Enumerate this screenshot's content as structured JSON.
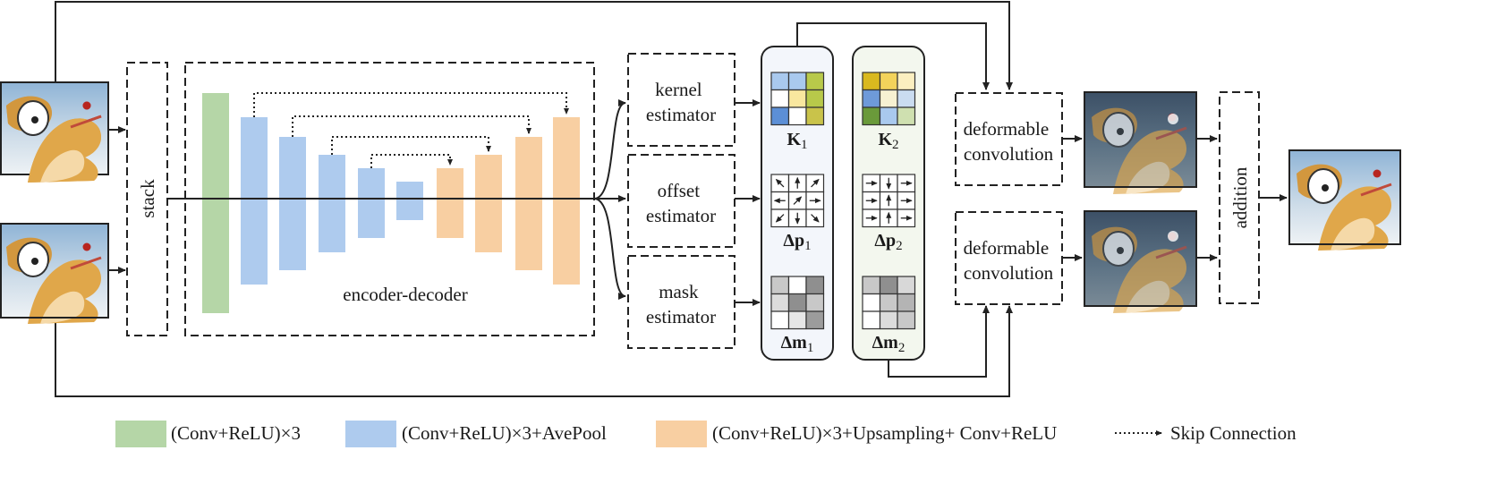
{
  "blocks": {
    "stack": "stack",
    "encoder_decoder": "encoder-decoder",
    "kernel_estimator": [
      "kernel",
      "estimator"
    ],
    "offset_estimator": [
      "offset",
      "estimator"
    ],
    "mask_estimator": [
      "mask",
      "estimator"
    ],
    "deformable_top": [
      "deformable",
      "convolution"
    ],
    "deformable_bottom": [
      "deformable",
      "convolution"
    ],
    "addition": "addition"
  },
  "param_labels": {
    "k1": {
      "sym": "K",
      "sub": "1"
    },
    "k2": {
      "sym": "K",
      "sub": "2"
    },
    "p1": {
      "sym": "Δp",
      "sub": "1"
    },
    "p2": {
      "sym": "Δp",
      "sub": "2"
    },
    "m1": {
      "sym": "Δm",
      "sub": "1"
    },
    "m2": {
      "sym": "Δm",
      "sub": "2"
    }
  },
  "kernel_colors": {
    "k1": [
      "#a9c9ee",
      "#a9c9ee",
      "#b8c94a",
      "#ffffff",
      "#f9e79f",
      "#b8c94a",
      "#5c8fd6",
      "#ffffff",
      "#c9c34a"
    ],
    "k2": [
      "#d9b91f",
      "#f3d35b",
      "#fbefc0",
      "#6e9ad9",
      "#f7f1d2",
      "#cadcf0",
      "#6a9a3a",
      "#a9c9ee",
      "#cfe0b0"
    ]
  },
  "mask_colors": {
    "m1": [
      "#c8c8c8",
      "#ffffff",
      "#8f8f8f",
      "#dcdcdc",
      "#8f8f8f",
      "#c8c8c8",
      "#ffffff",
      "#e6e6e6",
      "#9c9c9c"
    ],
    "m2": [
      "#c8c8c8",
      "#8f8f8f",
      "#d8d8d8",
      "#ffffff",
      "#c8c8c8",
      "#b4b4b4",
      "#ffffff",
      "#dcdcdc",
      "#c8c8c8"
    ]
  },
  "offset_arrows": {
    "p1": [
      "nw",
      "n",
      "ne",
      "w",
      "ne",
      "e",
      "sw",
      "s",
      "se"
    ],
    "p2": [
      "e",
      "s",
      "e",
      "e",
      "n",
      "e",
      "e",
      "n",
      "e"
    ]
  },
  "legend": {
    "green": "(Conv+ReLU)×3",
    "blue": "(Conv+ReLU)×3+AvePool",
    "orange": "(Conv+ReLU)×3+Upsampling+ Conv+ReLU",
    "skip": "Skip Connection"
  },
  "colors": {
    "green": "#b5d6a7",
    "blue": "#aecbee",
    "orange": "#f8cfa2",
    "panel1_bg": "#f3f6fb",
    "panel2_bg": "#f3f7ee"
  }
}
